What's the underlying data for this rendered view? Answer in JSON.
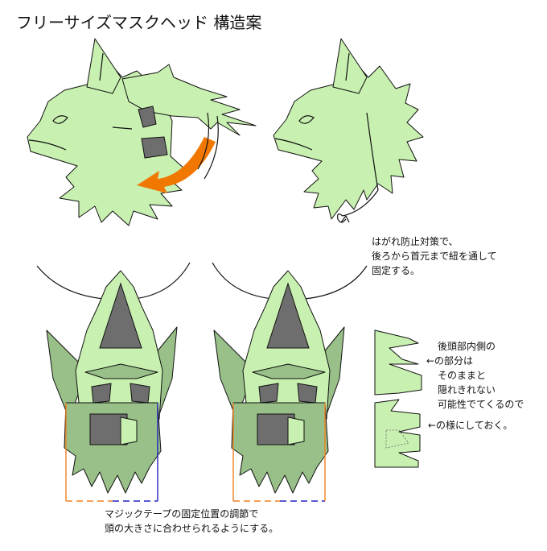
{
  "title": "フリーサイズマスクヘッド 構造案",
  "notes": {
    "string": [
      "はがれ防止対策で、",
      "後ろから首元まで紐を通して",
      "固定する。"
    ],
    "hidden_part": [
      "後頭部内側の",
      "←の部分は",
      "そのままと",
      "隠れきれない",
      "可能性でてくるので"
    ],
    "fix": "←の様にしておく。",
    "velcro": [
      "マジックテープの固定位置の調節で",
      "頭の大きさに合わせられるようにする。"
    ]
  },
  "colors": {
    "fur": "#c8f0b0",
    "dark_fur": "#98c088",
    "mesh": "#6e6e6e",
    "arrow": "#f07800",
    "velcro_orange": "#f08020",
    "velcro_blue": "#2020c0"
  }
}
